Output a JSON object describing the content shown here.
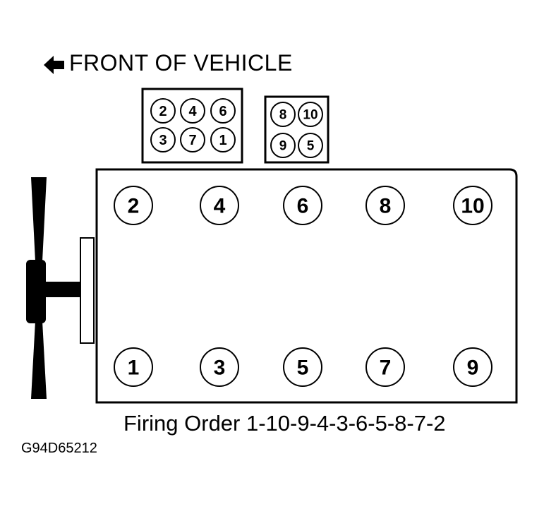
{
  "labels": {
    "front_of_vehicle": "FRONT OF VEHICLE",
    "firing_order": "Firing Order 1-10-9-4-3-6-5-8-7-2",
    "figure_code": "G94D65212"
  },
  "coil_pack_left": {
    "top_row": [
      "2",
      "4",
      "6"
    ],
    "bottom_row": [
      "3",
      "7",
      "1"
    ]
  },
  "coil_pack_right": {
    "top_row": [
      "8",
      "10"
    ],
    "bottom_row": [
      "9",
      "5"
    ]
  },
  "engine": {
    "top_row": [
      "2",
      "4",
      "6",
      "8",
      "10"
    ],
    "bottom_row": [
      "1",
      "3",
      "5",
      "7",
      "9"
    ]
  },
  "icons": {
    "arrow": "arrow-left-icon",
    "fan": "fan-icon"
  },
  "colors": {
    "ink": "#000000",
    "paper": "#ffffff"
  }
}
